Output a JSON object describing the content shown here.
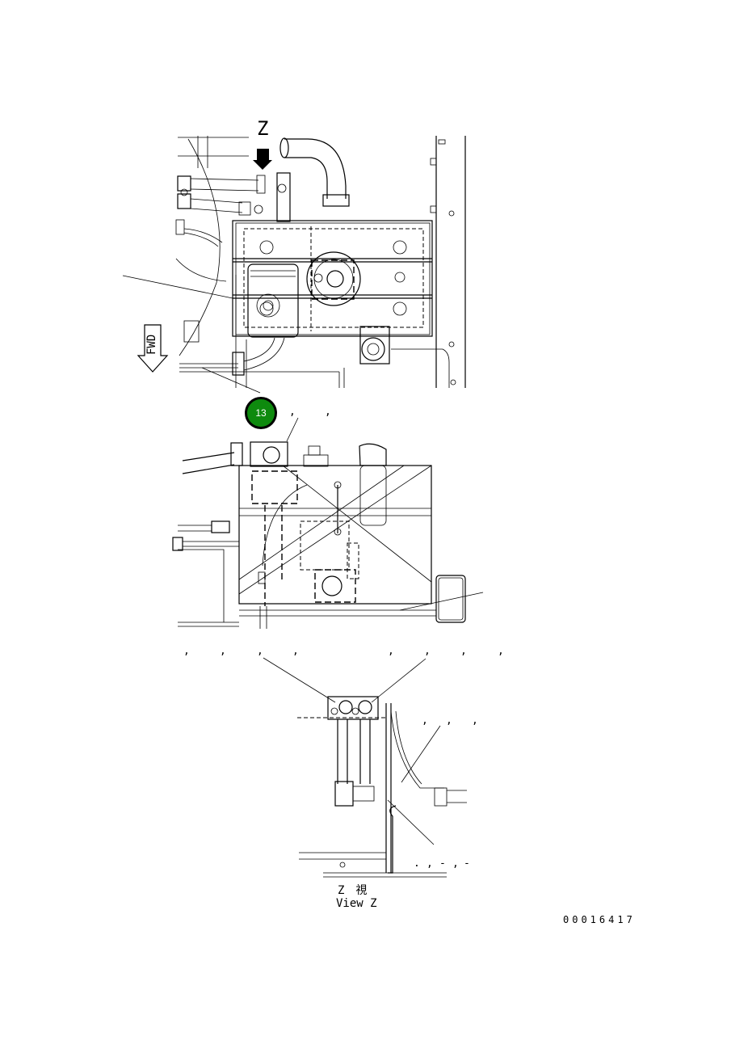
{
  "drawing": {
    "view_marker_top": "Z",
    "fwd_label": "FWD",
    "callout_badge": {
      "label": "13",
      "color": "#0e8a0e"
    },
    "callout_row_1": [
      ",",
      ","
    ],
    "callout_row_2": [
      ",",
      ",",
      ",",
      ",",
      ",",
      ",",
      ",",
      ","
    ],
    "callout_row_3": [
      ",",
      ",",
      ","
    ],
    "callout_row_4": [
      ".",
      ",",
      "-",
      ",",
      "-"
    ],
    "view_caption_jp": "Z　視",
    "view_caption_en": "View Z",
    "drawing_number": "00016417"
  }
}
